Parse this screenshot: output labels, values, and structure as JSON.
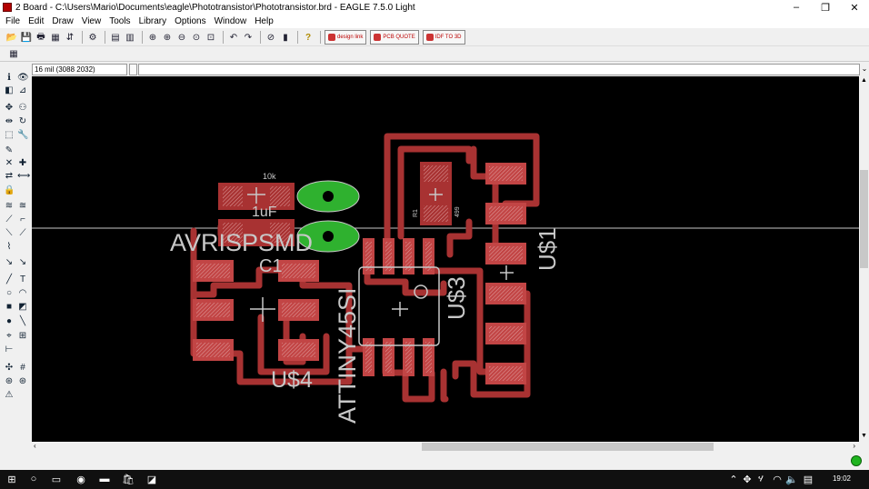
{
  "window": {
    "title": "2 Board - C:\\Users\\Mario\\Documents\\eagle\\Phototransistor\\Phototransistor.brd - EAGLE 7.5.0 Light",
    "minimize": "‒",
    "restore": "❐",
    "close": "✕"
  },
  "menu": [
    "File",
    "Edit",
    "Draw",
    "View",
    "Tools",
    "Library",
    "Options",
    "Window",
    "Help"
  ],
  "toolbar": {
    "buttons": [
      "open-icon",
      "save-icon",
      "print-icon",
      "cam-icon",
      "script-icon",
      "ulp-icon",
      "grid-icon",
      "zoom-fit-icon",
      "zoom-in-icon",
      "zoom-out-icon",
      "zoom-select-icon",
      "zoom-window-icon",
      "undo-icon",
      "redo-icon",
      "stop-icon",
      "go-icon",
      "help-icon"
    ],
    "designlink_label": "design link",
    "pcbquote_label": "PCB QUOTE",
    "idf_label": "IDF TO 3D"
  },
  "command": {
    "coordinates": "16 mil (3088 2032)",
    "input_value": ""
  },
  "board_labels": {
    "avr": "AVRISPSMD",
    "c1": "C1",
    "u4": "U$4",
    "u3": "U$3",
    "u1": "U$1",
    "attiny": "ATTINY45SI",
    "r10k": "10k",
    "c1uf": "1uF",
    "r1": "R1",
    "r499": "499"
  },
  "colors": {
    "canvas": "#000000",
    "copper": "#a83232",
    "pad": "#c24545",
    "via": "#2fb12f",
    "silk": "#c8c8c8"
  },
  "taskbar": {
    "clock": "19:02"
  }
}
